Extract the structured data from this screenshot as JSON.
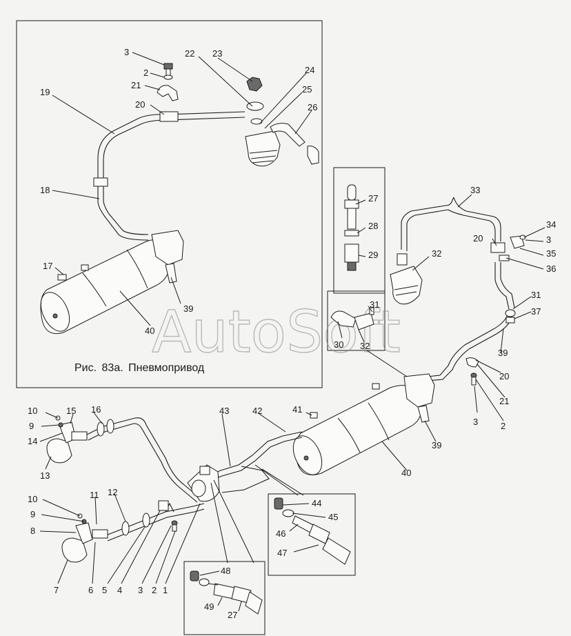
{
  "caption": {
    "prefix": "Рис.",
    "number": "83а.",
    "title": "Пневмопривод"
  },
  "watermark": "AutoSoft",
  "callouts": {
    "inset": [
      "3",
      "22",
      "23",
      "2",
      "21",
      "24",
      "19",
      "25",
      "20",
      "26",
      "18",
      "17",
      "39",
      "40"
    ],
    "detail_right": [
      "27",
      "28",
      "29"
    ],
    "main_right": [
      "33",
      "34",
      "20",
      "3",
      "35",
      "32",
      "36",
      "31",
      "31",
      "37",
      "30",
      "32",
      "39",
      "20",
      "21",
      "3",
      "2",
      "39",
      "40"
    ],
    "main_left": [
      "10",
      "9",
      "15",
      "16",
      "14",
      "13",
      "43",
      "42",
      "41",
      "10",
      "11",
      "12",
      "9",
      "8",
      "7",
      "6",
      "5",
      "4",
      "3",
      "2",
      "1"
    ],
    "detail_bottom_right": [
      "44",
      "45",
      "46",
      "47"
    ],
    "detail_bottom_center": [
      "48",
      "49",
      "27"
    ]
  }
}
